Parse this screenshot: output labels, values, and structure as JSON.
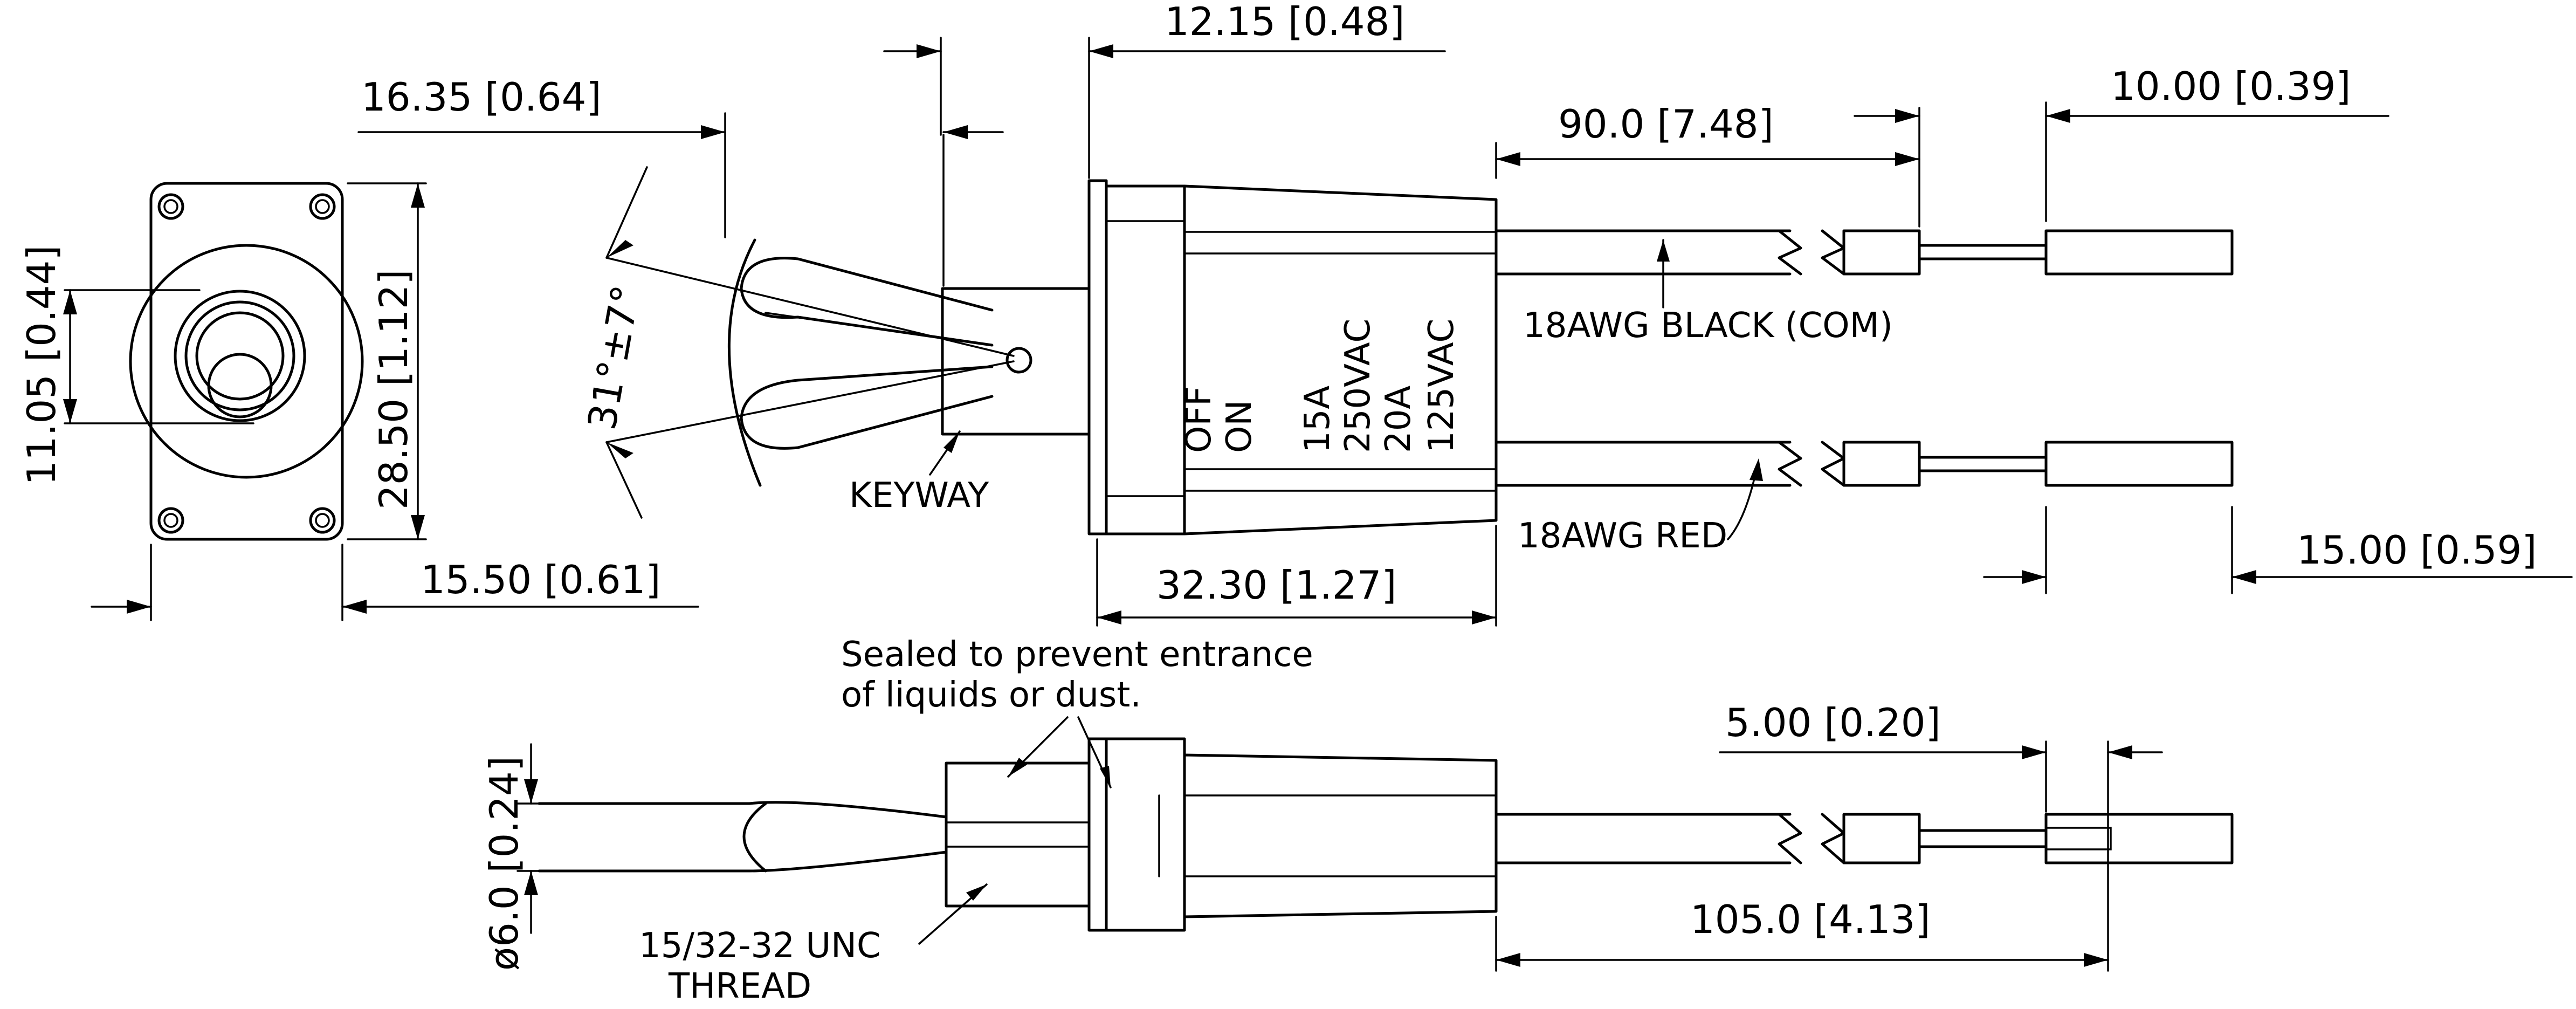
{
  "dims": {
    "d_12_15": "12.15 [0.48]",
    "d_16_35": "16.35 [0.64]",
    "d_90_0": "90.0 [7.48]",
    "d_10_00": "10.00 [0.39]",
    "d_11_05": "11.05 [0.44]",
    "d_28_50": "28.50 [1.12]",
    "d_15_50": "15.50 [0.61]",
    "d_32_30": "32.30 [1.27]",
    "d_15_00": "15.00 [0.59]",
    "d_5_00": "5.00 [0.20]",
    "d_105_0": "105.0 [4.13]",
    "d_6_0": "ø6.0 [0.24]",
    "angle": "31°±7°"
  },
  "labels": {
    "keyway": "KEYWAY",
    "off": "OFF",
    "on": "ON",
    "rating_15a": "15A",
    "rating_250vac": "250VAC",
    "rating_20a": "20A",
    "rating_125vac": "125VAC",
    "wire_black": "18AWG BLACK (COM)",
    "wire_red": "18AWG RED",
    "sealed_line1": "Sealed to prevent entrance",
    "sealed_line2": "of liquids or dust.",
    "thread_line1": "15/32-32 UNC",
    "thread_line2": "THREAD"
  }
}
